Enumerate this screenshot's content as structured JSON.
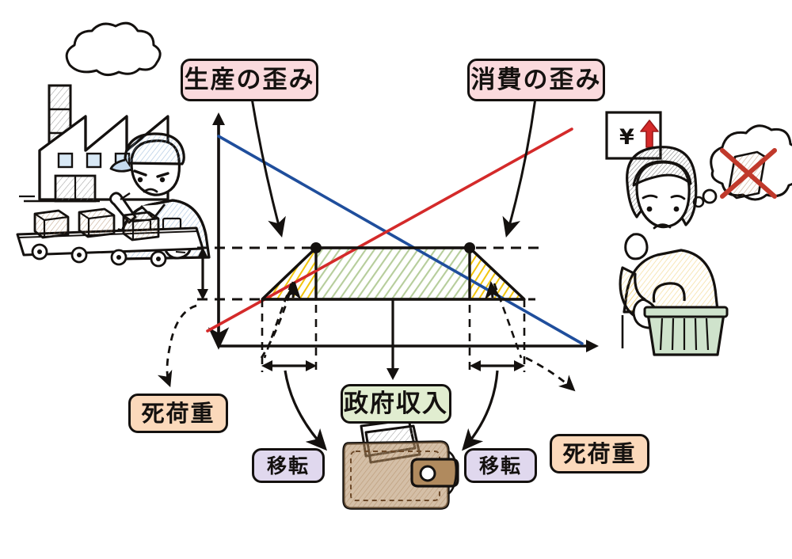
{
  "title": "税の帰着と死荷重の図",
  "labels": {
    "production_distortion": "生産の歪み",
    "consumption_distortion": "消費の歪み",
    "deadweight_left": "死荷重",
    "deadweight_right": "死荷重",
    "government_revenue": "政府収入",
    "transfer_left": "移転",
    "transfer_right": "移転"
  },
  "illustrations": {
    "factory": "factory-with-worker-illustration",
    "shopper": "worried-shopper-illustration",
    "wallet": "wallet-with-banknotes-illustration",
    "price_sign": "yen-price-up-sign",
    "thought_bubble": "crossed-out-product-thought-bubble",
    "smoke": "smokestack-smoke-cloud",
    "basket": "shopping-basket"
  },
  "colors": {
    "demand_curve": "#1f4e9c",
    "supply_curve": "#d42a2a",
    "government_revenue_fill": "#a9c48a",
    "deadweight_fill": "#f2c200",
    "label_pink": "#fadadd",
    "label_orange": "#fbd9bb",
    "label_green": "#e1edd0",
    "label_purple": "#e0d8ee",
    "ink": "#14110f",
    "worker_uniform": "#aac6e2",
    "shopper_top": "#f7dc9e",
    "wallet_leather": "#b08a5e",
    "basket_green": "#cfe3cc"
  },
  "chart_data": {
    "type": "line",
    "title": "供給・需要曲線と課税による死荷重",
    "xlabel": "",
    "ylabel": "",
    "series": [
      {
        "name": "需要曲線",
        "color": "#1f4e9c",
        "points": [
          [
            0,
            285
          ],
          [
            520,
            0
          ]
        ]
      },
      {
        "name": "供給曲線",
        "color": "#d42a2a",
        "points": [
          [
            0,
            0
          ],
          [
            520,
            285
          ]
        ]
      }
    ],
    "regions": [
      {
        "name": "政府収入",
        "type": "rectangle",
        "fill": "#a9c48a",
        "hatch": true
      },
      {
        "name": "死荷重（左）",
        "type": "triangle",
        "fill": "#f2c200",
        "hatch": true
      },
      {
        "name": "死荷重（右）",
        "type": "triangle",
        "fill": "#f2c200",
        "hatch": true
      }
    ],
    "markers": [
      {
        "name": "消費者価格点",
        "type": "dot"
      },
      {
        "name": "生産者価格点",
        "type": "dot"
      }
    ],
    "annotations": [
      {
        "name": "税のくさび",
        "type": "vertical-double-arrow"
      },
      {
        "name": "数量減少（左）",
        "type": "horizontal-double-arrow"
      },
      {
        "name": "数量減少（右）",
        "type": "horizontal-double-arrow"
      }
    ],
    "grid": false,
    "legend": "none"
  }
}
